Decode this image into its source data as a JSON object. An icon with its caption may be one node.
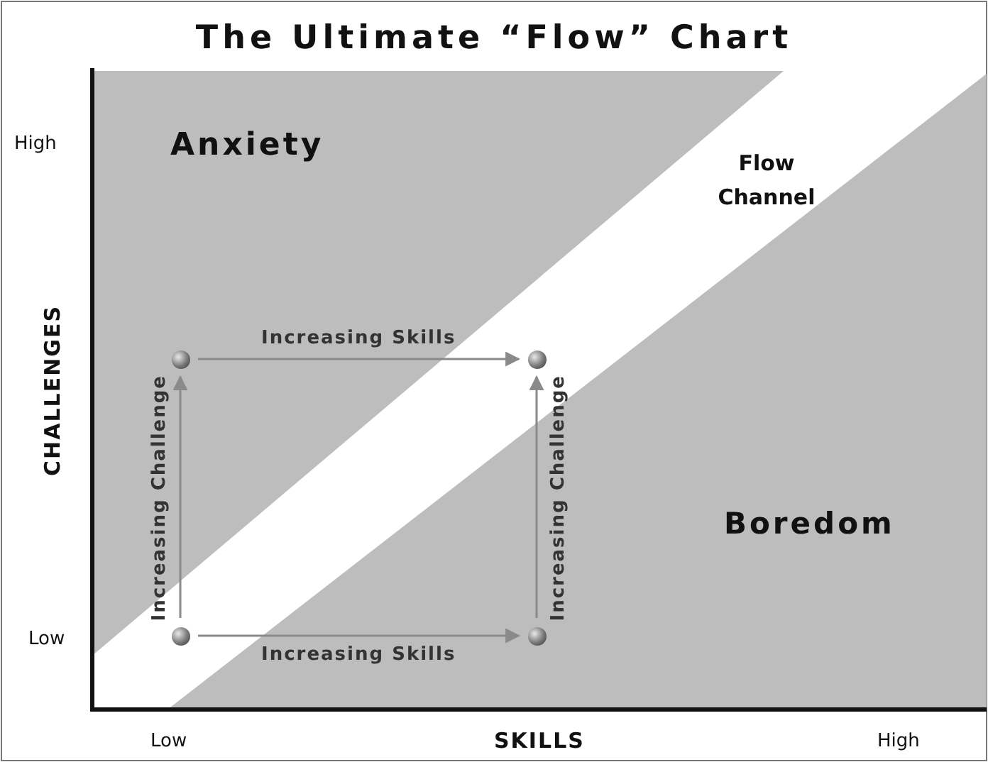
{
  "diagram": {
    "title": "The Ultimate “Flow” Chart",
    "nodes": [
      {
        "text": [],
        "shape": "circle"
      },
      {
        "text": [],
        "shape": "circle"
      },
      {
        "text": [],
        "shape": "circle"
      },
      {
        "text": [],
        "shape": "circle"
      }
    ],
    "edges": [
      {
        "from": 2,
        "to": 0,
        "arrow": "to",
        "label": "Increasing Challenge"
      },
      {
        "from": 0,
        "to": 1,
        "arrow": "to",
        "label": "Increasing Skills"
      },
      {
        "from": 2,
        "to": 3,
        "arrow": "to",
        "label": "Increasing Skills"
      },
      {
        "from": 3,
        "to": 1,
        "arrow": "to",
        "label": "Increasing Challenge"
      }
    ],
    "labels": [
      "High",
      "Anxiety",
      "Flow Channel",
      "CHALLENGES",
      "Boredom",
      "Low",
      "Low",
      "SKILLS",
      "High"
    ]
  }
}
